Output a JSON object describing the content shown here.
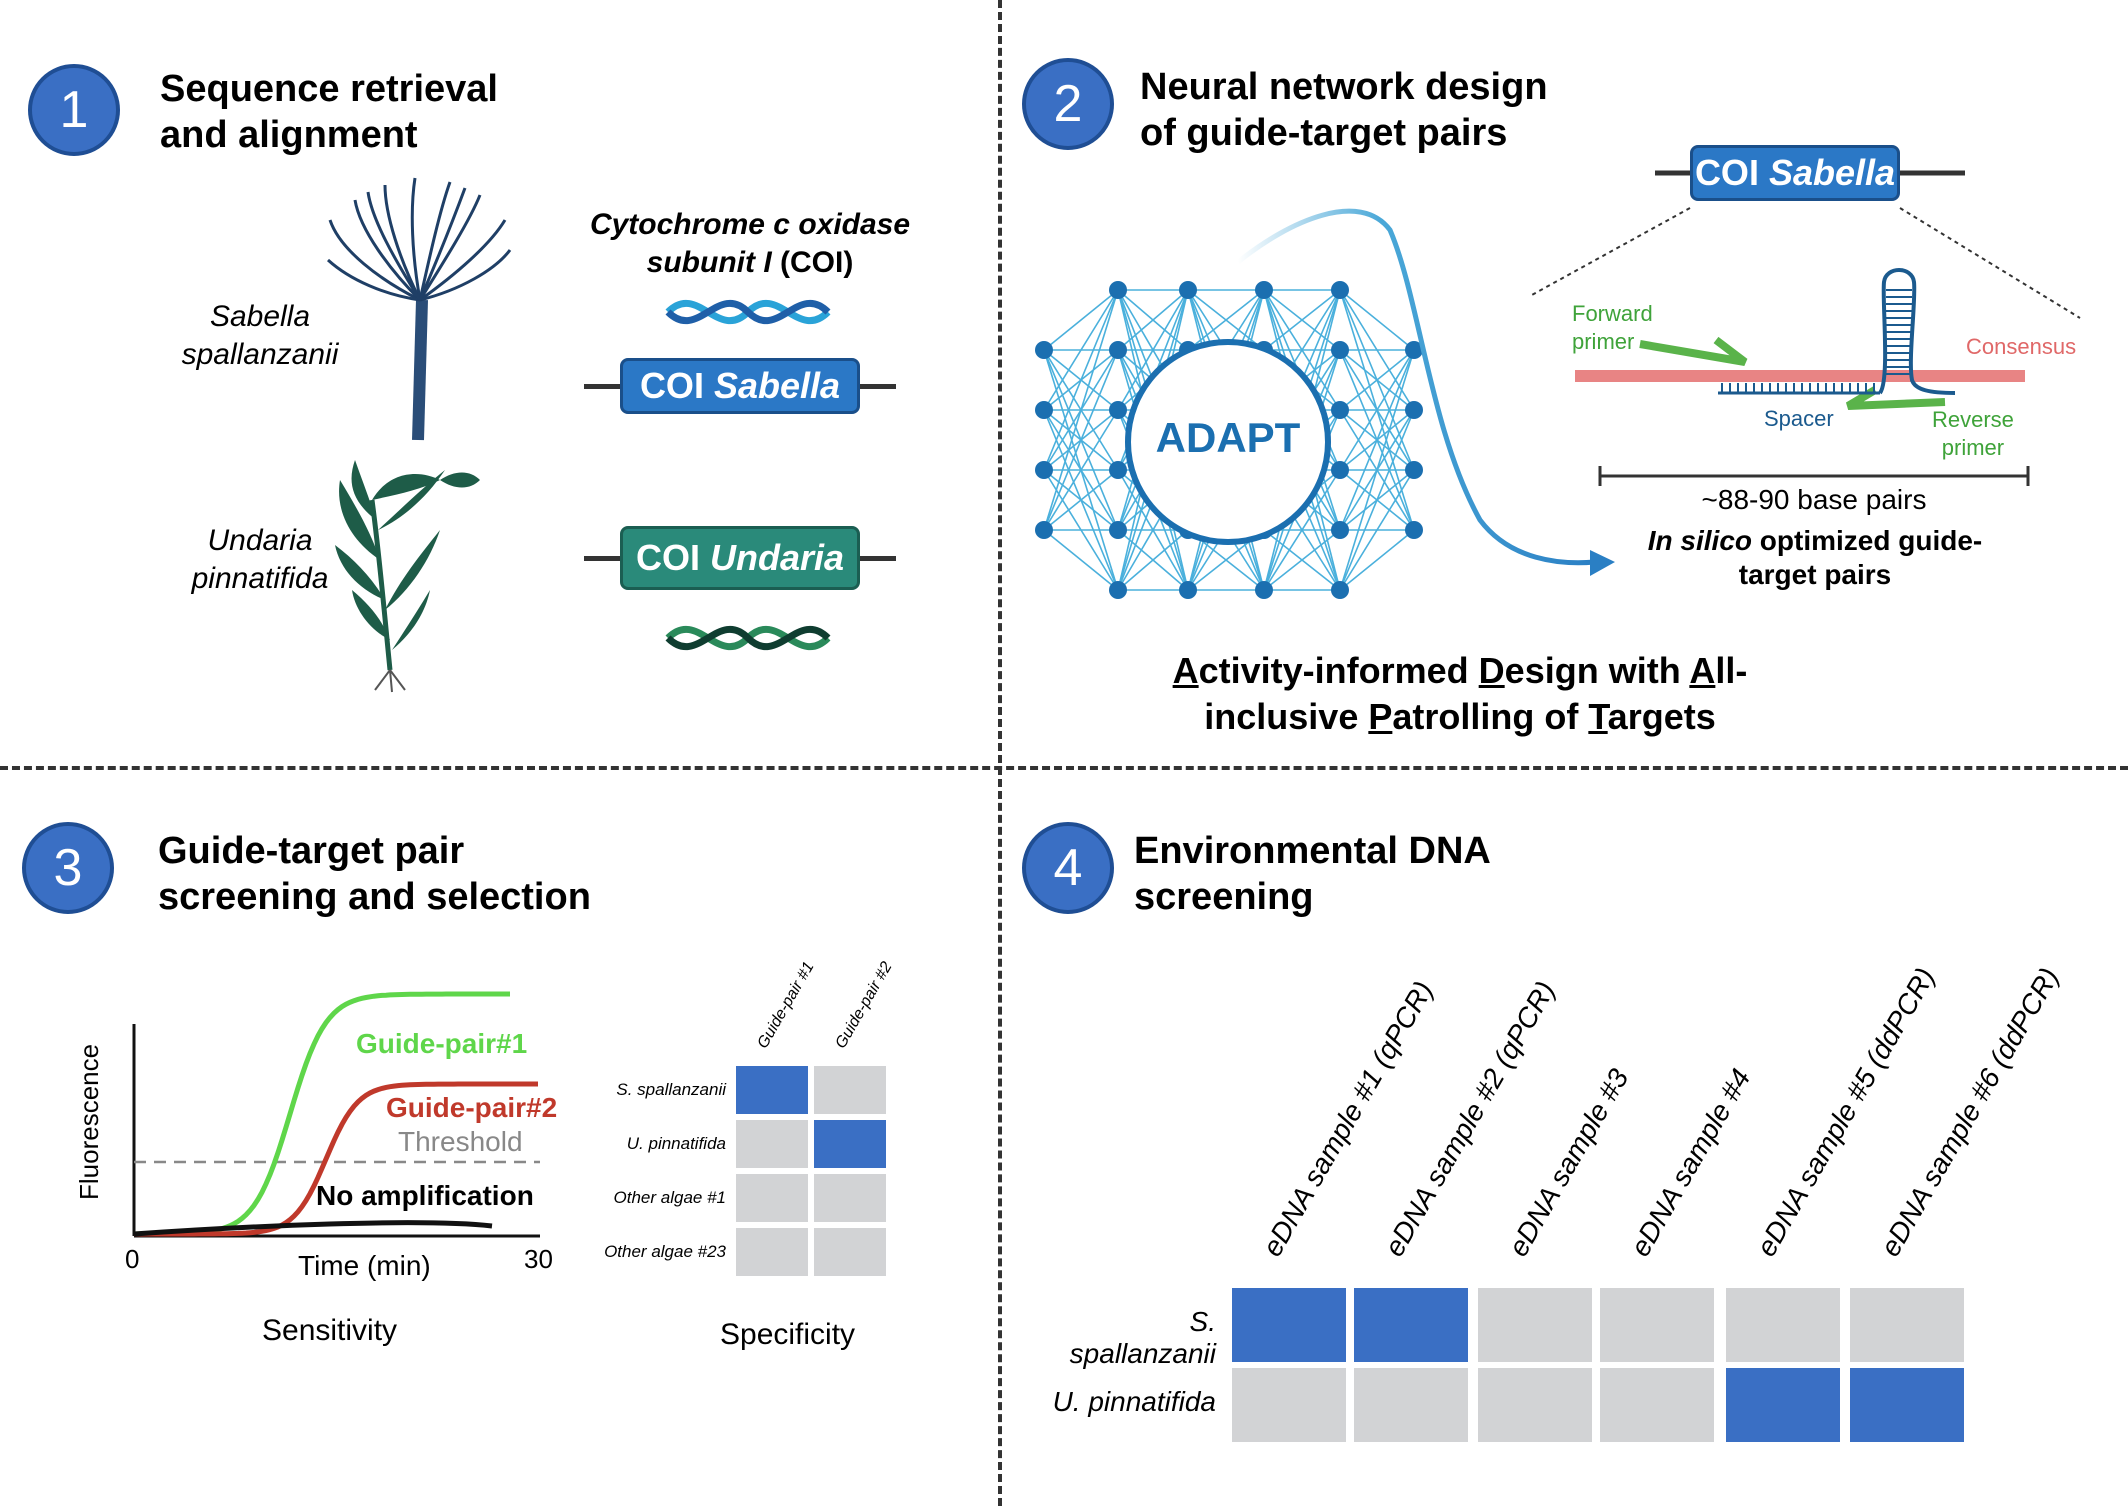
{
  "panel1": {
    "number": "1",
    "title": "Sequence retrieval\nand alignment",
    "species1": "Sabella\nspallanzanii",
    "species2": "Undaria\npinnatifida",
    "coi_heading_italic": "Cytochrome c oxidase\nsubunit I",
    "coi_heading_suffix": "(COI)",
    "gene1_prefix": "COI",
    "gene1_name": "Sabella",
    "gene2_prefix": "COI",
    "gene2_name": "Undaria",
    "colors": {
      "sabella": "#2b78c6",
      "undaria": "#2a8a7a"
    }
  },
  "panel2": {
    "number": "2",
    "title": "Neural network design\nof guide-target pairs",
    "network_label": "ADAPT",
    "gene_prefix": "COI",
    "gene_name": "Sabella",
    "forward_primer": "Forward\nprimer",
    "consensus": "Consensus",
    "spacer": "Spacer",
    "reverse_primer": "Reverse\nprimer",
    "length": "~88-90 base pairs",
    "optimized_italic": "In silico",
    "optimized_rest": "optimized guide-",
    "optimized_line2": "target pairs",
    "acronym": [
      {
        "u": "A",
        "t": "ctivity-informed "
      },
      {
        "u": "D",
        "t": "esign with "
      },
      {
        "u": "A",
        "t": "ll-"
      }
    ],
    "acronym2": [
      {
        "t": "inclusive "
      },
      {
        "u": "P",
        "t": "atrolling of "
      },
      {
        "u": "T",
        "t": "argets"
      }
    ]
  },
  "panel3": {
    "number": "3",
    "title": "Guide-target pair\nscreening and selection",
    "sensitivity": "Sensitivity",
    "specificity": "Specificity",
    "chart_data": {
      "type": "line",
      "xlabel": "Time (min)",
      "ylabel": "Fluorescence",
      "x_ticks": [
        "0",
        "30"
      ],
      "series": [
        {
          "name": "Guide-pair#1",
          "color": "#5fd64a"
        },
        {
          "name": "Guide-pair#2",
          "color": "#c0392b"
        },
        {
          "name": "No amplification",
          "color": "#111111"
        }
      ],
      "threshold_label": "Threshold"
    },
    "matrix": {
      "columns": [
        "Guide-pair #1",
        "Guide-pair #2"
      ],
      "rows": [
        "S. spallanzanii",
        "U. pinnatifida",
        "Other algae #1",
        "Other algae #23"
      ],
      "values": [
        [
          1,
          0
        ],
        [
          0,
          1
        ],
        [
          0,
          0
        ],
        [
          0,
          0
        ]
      ]
    }
  },
  "panel4": {
    "number": "4",
    "title": "Environmental DNA\nscreening",
    "columns": [
      "eDNA sample #1 (qPCR)",
      "eDNA sample #2 (qPCR)",
      "eDNA sample #3",
      "eDNA sample #4",
      "eDNA sample #5 (ddPCR)",
      "eDNA sample #6 (ddPCR)"
    ],
    "rows": [
      "S. spallanzanii",
      "U. pinnatifida"
    ],
    "values": [
      [
        1,
        1,
        0,
        0,
        0,
        0
      ],
      [
        0,
        0,
        0,
        0,
        1,
        1
      ]
    ],
    "colors": {
      "positive": "#3a6fc4",
      "negative": "#d2d3d5"
    }
  }
}
